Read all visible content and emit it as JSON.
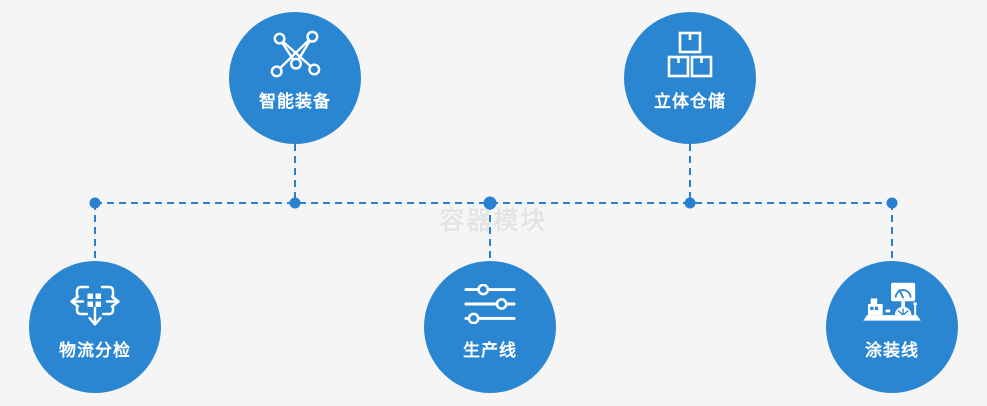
{
  "watermark": "容器模块",
  "colors": {
    "node_fill": "#2a86d1",
    "connector": "#2a80d0",
    "background": "#f5f5f6",
    "label_text": "#ffffff",
    "watermark_text": "#e4e4e7",
    "icon_stroke": "#ffffff"
  },
  "nodes": [
    {
      "label": "智能装备",
      "icon": "network-nodes-icon",
      "position": "top-left"
    },
    {
      "label": "立体仓储",
      "icon": "stacked-boxes-icon",
      "position": "top-right"
    },
    {
      "label": "物流分检",
      "icon": "dispatch-arrows-icon",
      "position": "bottom-left"
    },
    {
      "label": "生产线",
      "icon": "sliders-icon",
      "position": "bottom-center"
    },
    {
      "label": "涂装线",
      "icon": "coating-machine-icon",
      "position": "bottom-right"
    }
  ]
}
